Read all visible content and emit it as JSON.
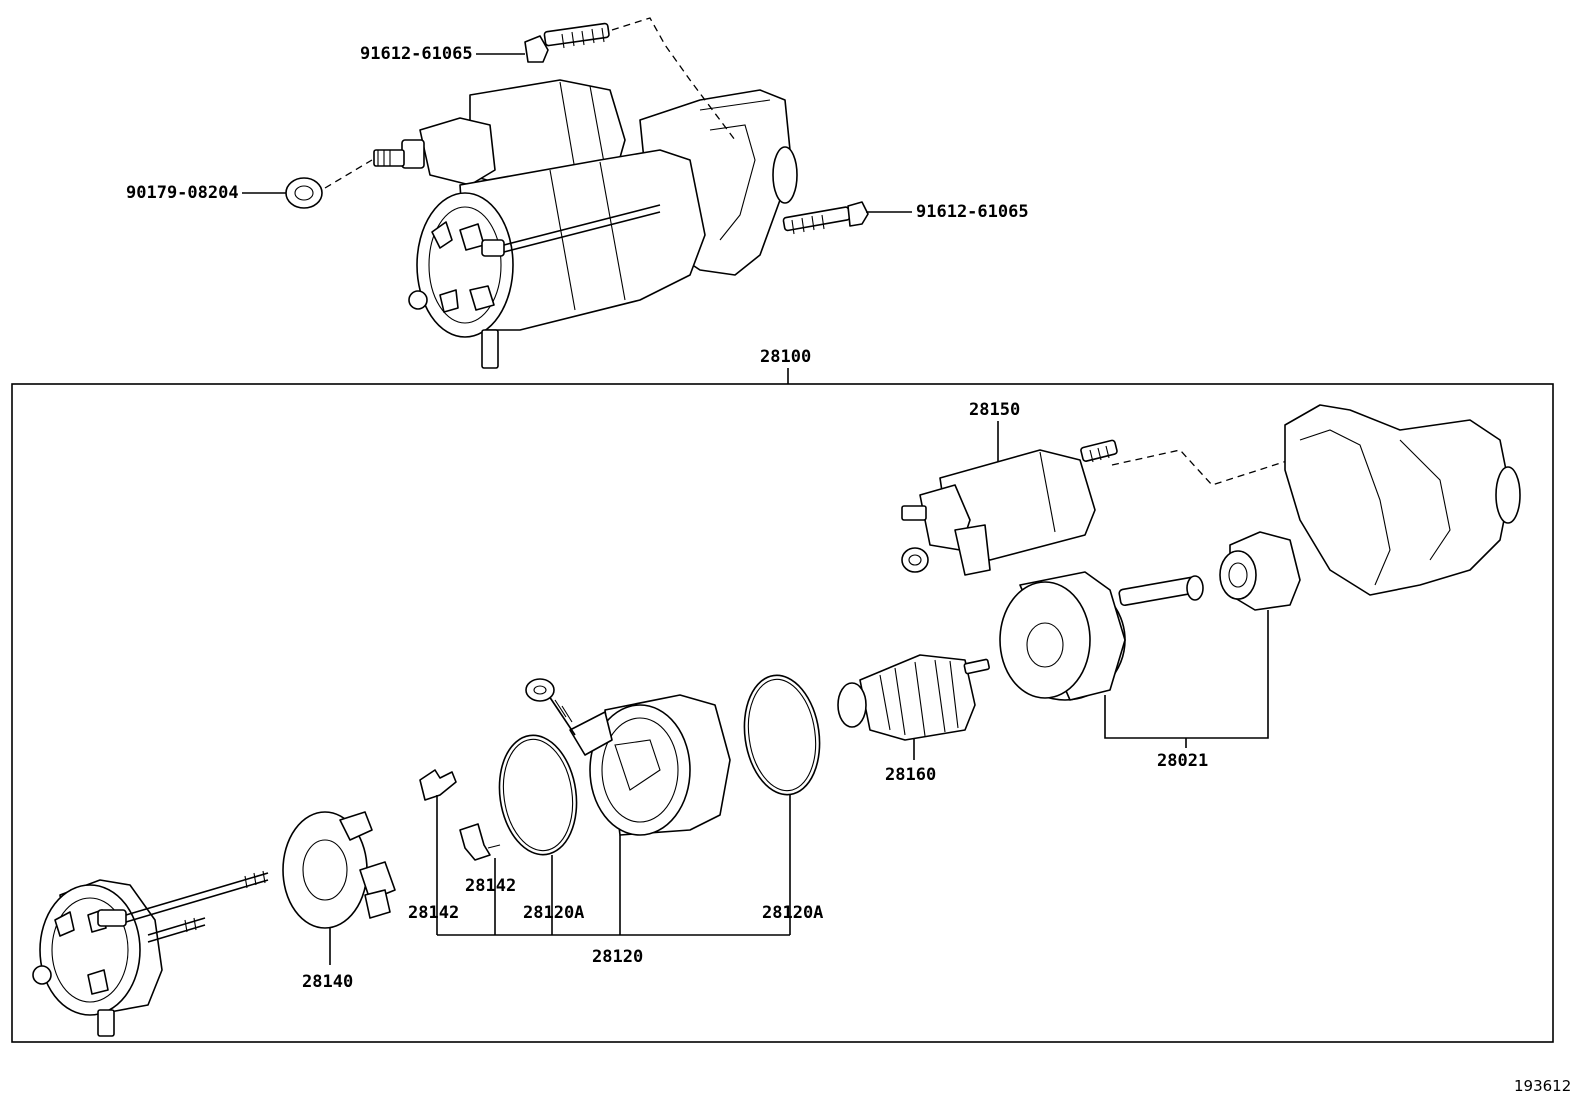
{
  "callouts": {
    "bolt_top": "91612-61065",
    "nut": "90179-08204",
    "bolt_right": "91612-61065",
    "starter_assy": "28100",
    "magnetic_switch": "28150",
    "armature": "28160",
    "clutch_pinion": "28021",
    "yoke_holder_a": "28142",
    "yoke_holder_b": "28142",
    "o_ring_left": "28120A",
    "o_ring_right": "28120A",
    "yoke": "28120",
    "brush_holder": "28140"
  },
  "figure_number": "193612"
}
